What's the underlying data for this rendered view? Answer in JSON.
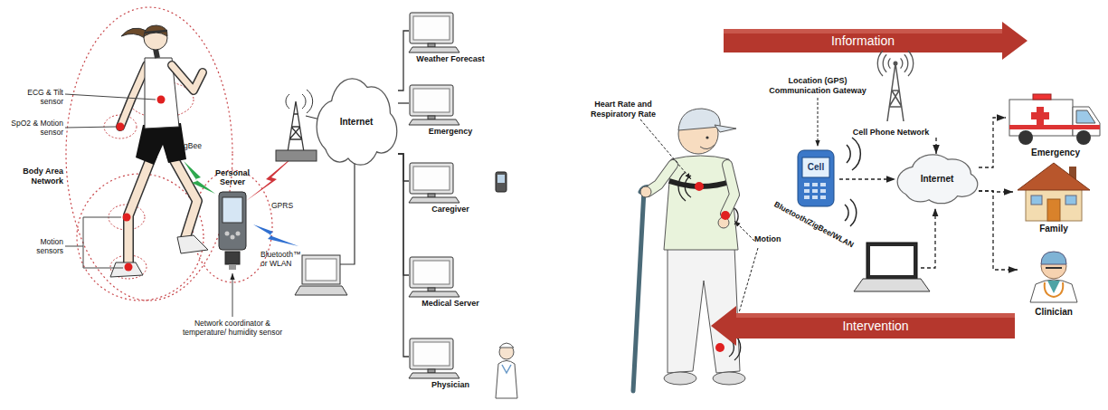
{
  "diagram": {
    "nodes": [
      {
        "text": [
          "Personal Server"
        ]
      },
      {
        "text": [
          "Internet"
        ]
      },
      {
        "text": [
          "Weather Forecast"
        ]
      },
      {
        "text": [
          "Emergency"
        ]
      },
      {
        "text": [
          "Caregiver"
        ]
      },
      {
        "text": [
          "Medical Server"
        ]
      },
      {
        "text": [
          "Physician"
        ]
      },
      {
        "text": [
          "Information"
        ]
      },
      {
        "text": [
          "Cell Phone Network"
        ]
      },
      {
        "text": [
          "Cell"
        ]
      },
      {
        "text": [
          "Internet"
        ]
      },
      {
        "text": [
          "Emergency"
        ]
      },
      {
        "text": [
          "Family"
        ]
      },
      {
        "text": [
          "Clinician"
        ]
      },
      {
        "text": [
          "Intervention"
        ]
      }
    ],
    "edges": [
      {
        "from": 1,
        "to": 2,
        "arrow": "none"
      },
      {
        "from": 1,
        "to": 3,
        "arrow": "none"
      },
      {
        "from": 1,
        "to": 4,
        "arrow": "none"
      },
      {
        "from": 1,
        "to": 5,
        "arrow": "none"
      },
      {
        "from": 1,
        "to": 6,
        "arrow": "none"
      },
      {
        "from": 9,
        "to": 10,
        "arrow": "to"
      },
      {
        "from": 8,
        "to": 10,
        "arrow": "to"
      },
      {
        "from": 10,
        "to": 11,
        "arrow": "to"
      },
      {
        "from": 10,
        "to": 12,
        "arrow": "to"
      },
      {
        "from": 10,
        "to": 13,
        "arrow": "to"
      }
    ],
    "labels": [
      "ECG & Tilt sensor",
      "SpO2 & Motion sensor",
      "Body Area Network",
      "Motion sensors",
      "ZigBee",
      "Network coordinator & temperature/ humidity sensor",
      "GPRS",
      "Bluetooth™ or WLAN",
      "Heart Rate and Respiratory Rate",
      "Location (GPS) Communication Gateway",
      "Bluetooth/ZigBee/WLAN",
      "Motion"
    ]
  }
}
